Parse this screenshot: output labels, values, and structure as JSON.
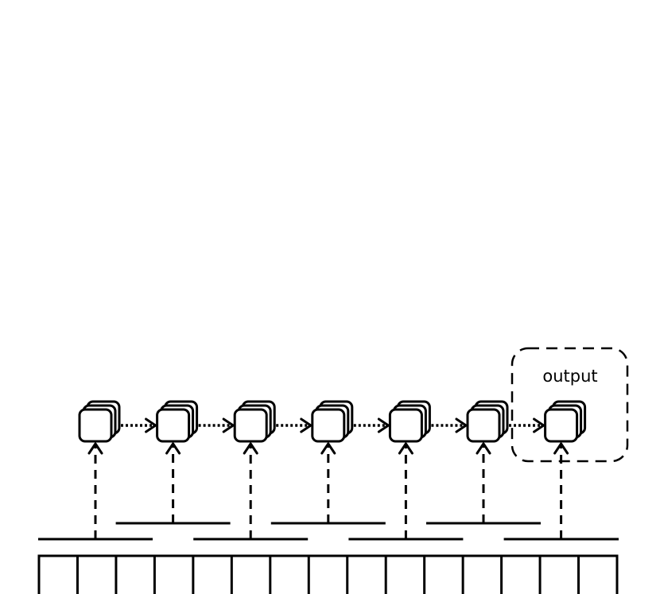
{
  "diagram": {
    "output_label": "output",
    "node_count": 7,
    "cell_count": 15,
    "colors": {
      "stroke": "#000000",
      "background": "#ffffff"
    }
  }
}
